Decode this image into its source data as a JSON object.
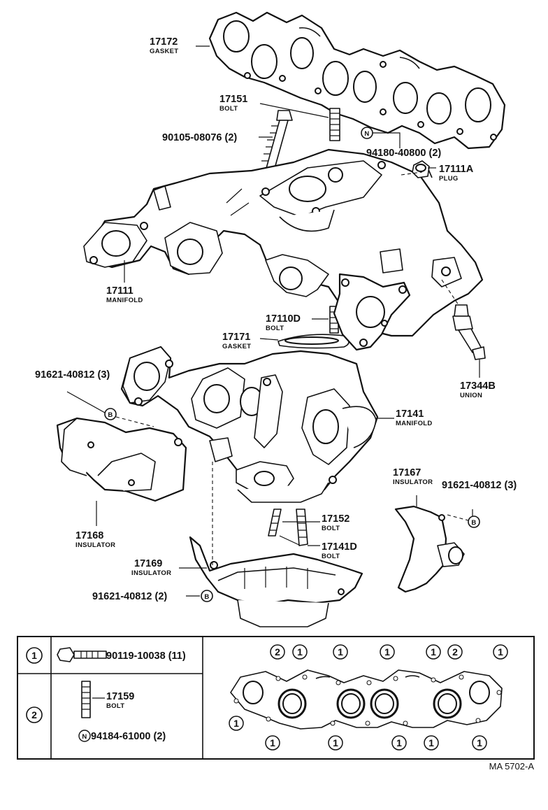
{
  "parts": {
    "p17172": {
      "number": "17172",
      "name": "GASKET"
    },
    "p17151": {
      "number": "17151",
      "name": "BOLT"
    },
    "p90105": {
      "number": "90105-08076 (2)"
    },
    "p94180": {
      "number": "94180-40800 (2)",
      "marker": "N"
    },
    "p17111A": {
      "number": "17111A",
      "name": "PLUG"
    },
    "p17111": {
      "number": "17111",
      "name": "MANIFOLD"
    },
    "p17110D": {
      "number": "17110D",
      "name": "BOLT"
    },
    "p17171": {
      "number": "17171",
      "name": "GASKET"
    },
    "p17344B": {
      "number": "17344B",
      "name": "UNION"
    },
    "p91621a": {
      "number": "91621-40812 (3)",
      "marker": "B"
    },
    "p17141": {
      "number": "17141",
      "name": "MANIFOLD"
    },
    "p17168": {
      "number": "17168",
      "name": "INSULATOR"
    },
    "p17167": {
      "number": "17167",
      "name": "INSULATOR"
    },
    "p91621b": {
      "number": "91621-40812 (3)",
      "marker": "B"
    },
    "p17152": {
      "number": "17152",
      "name": "BOLT"
    },
    "p17141D": {
      "number": "17141D",
      "name": "BOLT"
    },
    "p17169": {
      "number": "17169",
      "name": "INSULATOR"
    },
    "p91621c": {
      "number": "91621-40812 (2)",
      "marker": "B"
    }
  },
  "legend": {
    "row1": {
      "key": "1",
      "number": "90119-10038 (11)"
    },
    "row2": {
      "key": "2",
      "bolt_number": "17159",
      "bolt_name": "BOLT",
      "nut_marker": "N",
      "nut_number": "94184-61000 (2)"
    }
  },
  "position_keys": {
    "top": [
      "2",
      "1",
      "1",
      "1",
      "1",
      "2",
      "1"
    ],
    "bottom": [
      "1",
      "1",
      "1",
      "1",
      "1",
      "1"
    ]
  },
  "diagram_code": "MA 5702-A"
}
